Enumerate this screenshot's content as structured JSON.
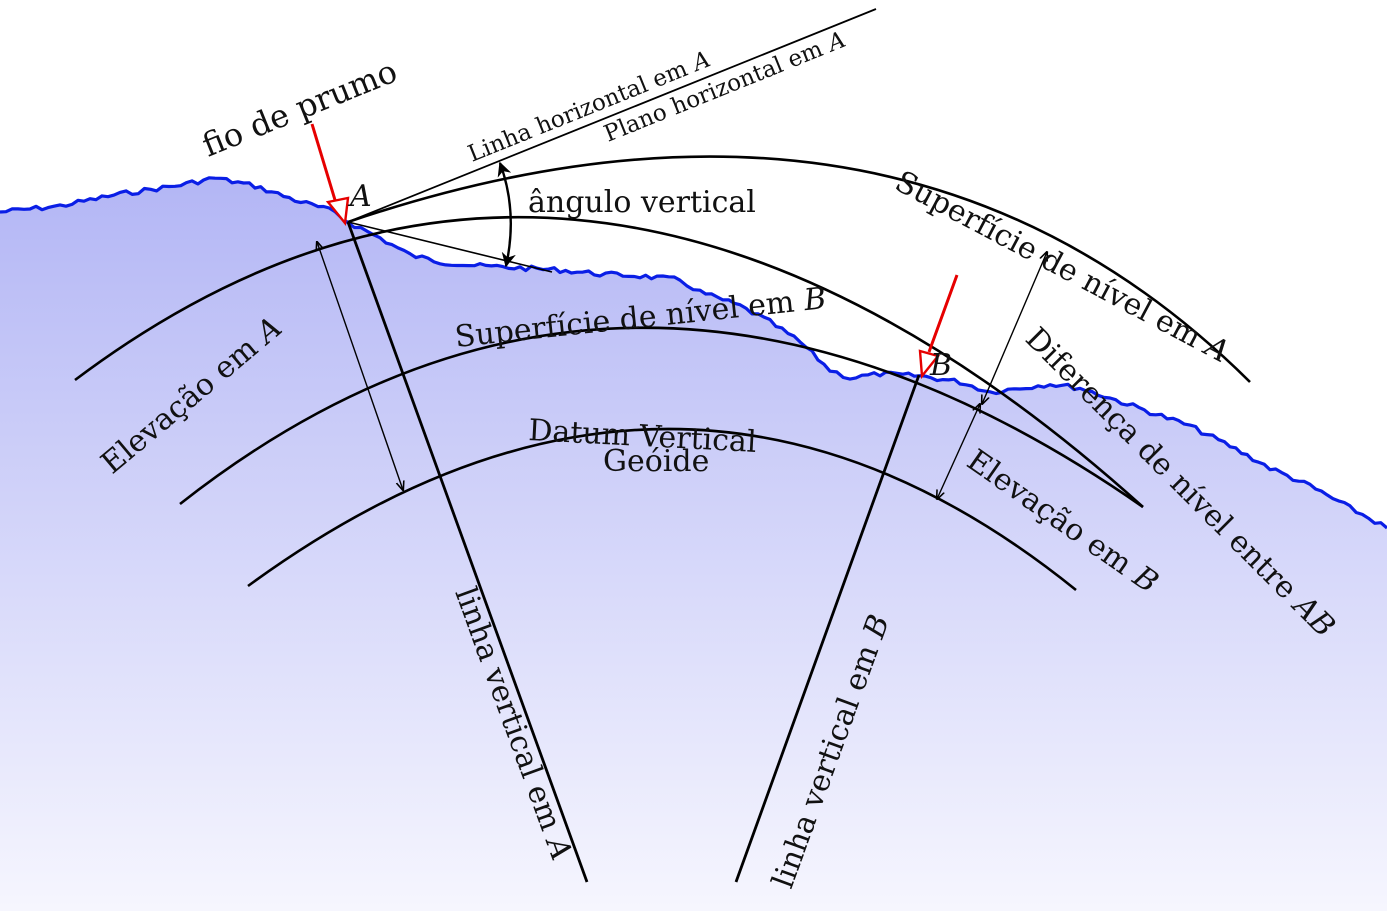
{
  "diagram": {
    "labels": {
      "plumb_line": "fio de prumo",
      "horizontal_line_a": "Linha horizontal em",
      "horizontal_plane_a": "Plano horizontal em",
      "point_a": "A",
      "point_b": "B",
      "vertical_angle": "ângulo vertical",
      "level_surface_a": "Superfície de nível em",
      "level_surface_b": "Superfície de nível em",
      "elevation_a": "Elevação em",
      "elevation_b": "Elevação em",
      "level_difference": "Diferença de nível entre",
      "level_difference_var": "AB",
      "datum_vertical": "Datum Vertical",
      "geoid": "Geóide",
      "vertical_line_a": "linha vertical em",
      "vertical_line_b": "linha vertical em"
    },
    "colors": {
      "ground_fill_top": "#b3b6f5",
      "ground_fill_bottom": "#f6f6fe",
      "terrain_line": "#0a1ee6",
      "plumb_arrow": "#e60000",
      "lines": "#000000"
    }
  }
}
